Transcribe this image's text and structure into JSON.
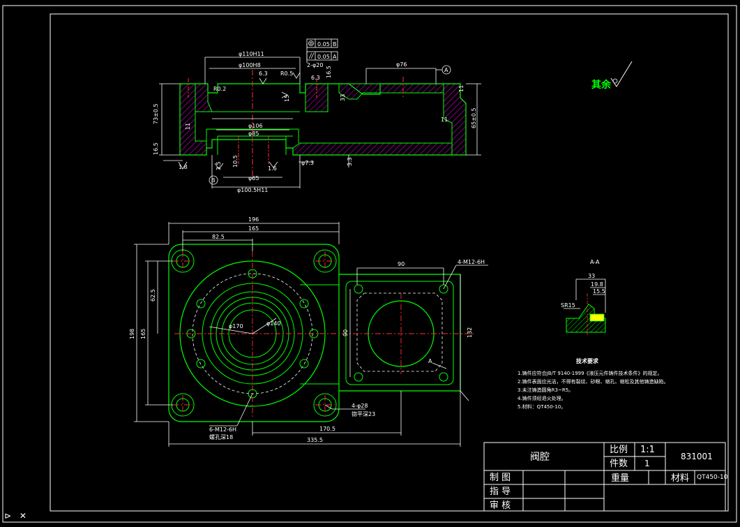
{
  "drawing": {
    "section_label": "A-A",
    "rest_surface_label": "其余",
    "tech_title": "技术要求",
    "tech_notes": [
      "1.铸件应符合JB/T 9140-1999《液压元件铸件技术条件》的规定。",
      "2.铸件表面应光洁，不得有裂纹、砂眼、缩孔、缩松及其他铸造缺陷。",
      "3.未注铸造圆角R3~R5。",
      "4.铸件须经退火处理。",
      "5.材料：QT450-10。"
    ],
    "dims_top": {
      "d110": "φ110H11",
      "d100": "φ100H8",
      "r02": "R0.2",
      "d63": "6.3",
      "r05": "R0.5",
      "n2d20": "2-φ20",
      "d6": "6.3",
      "d165": "16.5",
      "d76": "φ76",
      "d73": "73±0.5",
      "d65": "65±0.5",
      "d11a": "11",
      "d11b": "11",
      "d11c": "11",
      "d16": "16.5",
      "d106": "φ106",
      "d85": "φ85",
      "d105": "10.5",
      "d350": "3.5",
      "d16b": "1.6",
      "d73b": "φ7.3",
      "d33": "3.3",
      "d65b": "φ65",
      "d18": "1.8",
      "d1001": "φ100.5H11",
      "d1002": "φ110H11",
      "tol1": "0.05",
      "tol2": "0.05",
      "datumA": "A",
      "datumB": "B",
      "d15": "15",
      "d33b": "33"
    },
    "dims_bottom": {
      "w196": "196",
      "w165": "165",
      "w825": "82.5",
      "h625": "62.5",
      "h198": "198",
      "h165": "165",
      "d170": "φ170",
      "d140": "φ140",
      "w90": "90",
      "h90": "90",
      "h132": "132",
      "m12top": "4-M12-6H",
      "m12bot": "6-M12-6H",
      "m12botb": "螺孔深18",
      "n4d28": "4-φ28",
      "n4d28b": "锪平深23",
      "w1705": "170.5",
      "w3355": "335.5",
      "a_lbl": "A"
    },
    "section_dims": {
      "w33": "33",
      "w198": "19.8",
      "w155": "15.5",
      "sr15": "SR15"
    }
  },
  "title_block": {
    "part_name": "阀腔",
    "scale_label": "比例",
    "scale_value": "1:1",
    "qty_label": "件数",
    "qty_value": "1",
    "drawing_no": "831001",
    "weight_label": "重量",
    "material_label": "材料",
    "material_value": "QT450-10",
    "drawn_label": "制  图",
    "guide_label": "指  导",
    "review_label": "审  核"
  },
  "colors": {
    "outline": "#00ff00",
    "dimension": "#ffffff",
    "center": "#ff3030",
    "hatch": "#d000d0",
    "frame": "#ffffff",
    "accent": "#ffff00"
  }
}
